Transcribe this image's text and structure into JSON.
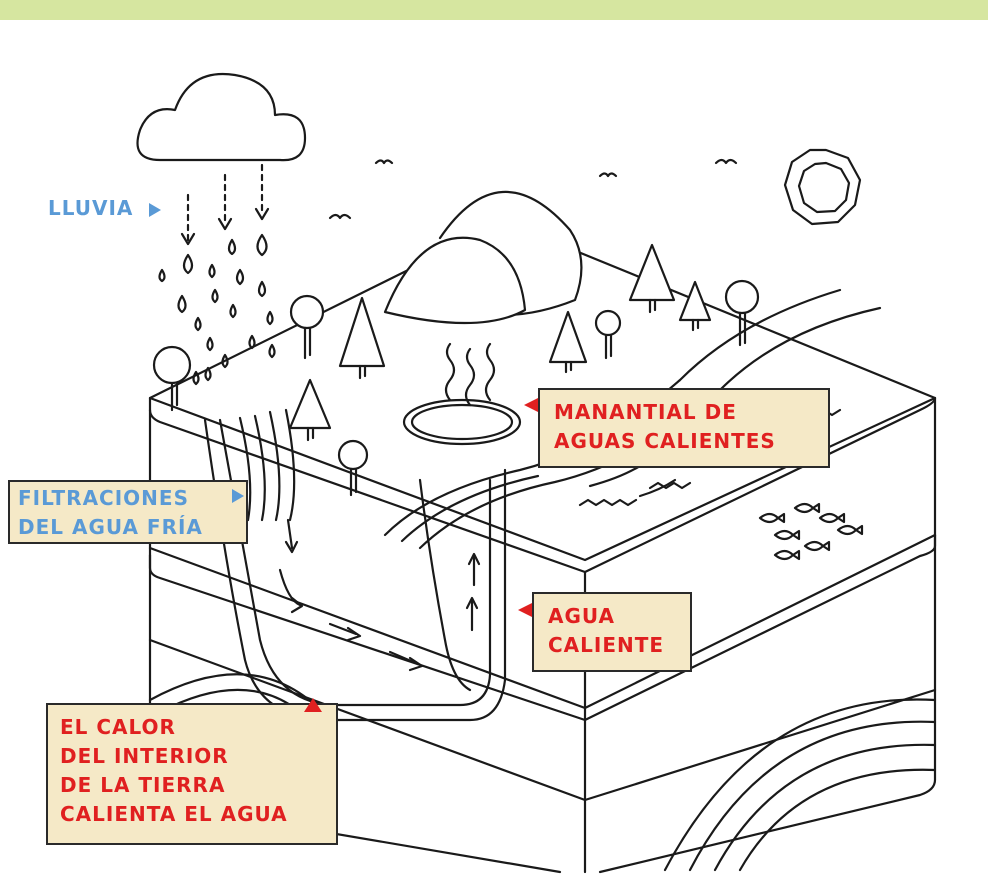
{
  "labels": {
    "lluvia": "LLUVIA",
    "filtraciones": [
      "FILTRACIONES",
      "DEL AGUA FRÍA"
    ],
    "manantial": [
      "MANANTIAL DE",
      "AGUAS CALIENTES"
    ],
    "agua_caliente": [
      "AGUA",
      "CALIENTE"
    ],
    "calor": [
      "EL CALOR",
      "DEL INTERIOR",
      "DE LA TIERRA",
      "CALIENTA EL AGUA"
    ]
  },
  "colors": {
    "band": "#d6e6a0",
    "callout_fill": "#f5e9c7",
    "callout_text_red": "#e02020",
    "label_blue": "#5a9ad6",
    "line": "#1a1a1a"
  }
}
